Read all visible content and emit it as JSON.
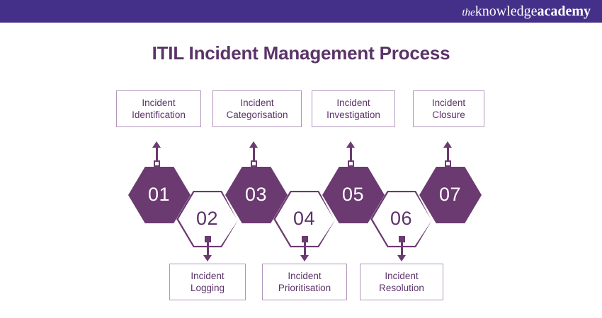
{
  "header": {
    "background_color": "#453089",
    "logo": {
      "the": "the",
      "knowledge": "knowledge",
      "academy": "academy"
    }
  },
  "title": "ITIL Incident Management Process",
  "colors": {
    "header_purple": "#453089",
    "hex_purple": "#6b3a70",
    "text_purple": "#5b3369",
    "box_border": "#b195bb",
    "white": "#ffffff"
  },
  "diagram": {
    "steps": [
      {
        "number": "01",
        "label_line1": "Incident",
        "label_line2": "Identification",
        "style": "filled",
        "label_position": "top"
      },
      {
        "number": "02",
        "label_line1": "Incident",
        "label_line2": "Logging",
        "style": "outline",
        "label_position": "bottom"
      },
      {
        "number": "03",
        "label_line1": "Incident",
        "label_line2": "Categorisation",
        "style": "filled",
        "label_position": "top"
      },
      {
        "number": "04",
        "label_line1": "Incident",
        "label_line2": "Prioritisation",
        "style": "outline",
        "label_position": "bottom"
      },
      {
        "number": "05",
        "label_line1": "Incident",
        "label_line2": "Investigation",
        "style": "filled",
        "label_position": "top"
      },
      {
        "number": "06",
        "label_line1": "Incident",
        "label_line2": "Resolution",
        "style": "outline",
        "label_position": "bottom"
      },
      {
        "number": "07",
        "label_line1": "Incident",
        "label_line2": "Closure",
        "style": "filled",
        "label_position": "top"
      }
    ]
  }
}
